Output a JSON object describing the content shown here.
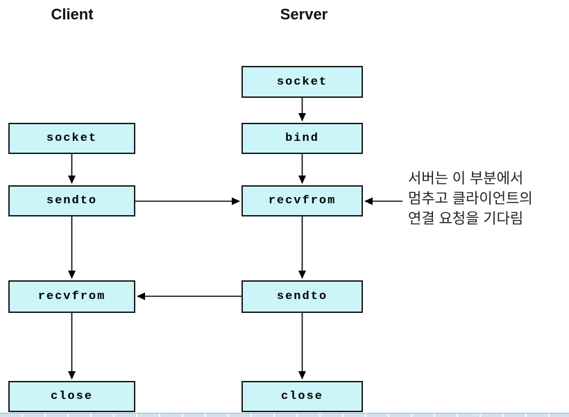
{
  "headers": {
    "client": "Client",
    "server": "Server"
  },
  "flow": {
    "client": [
      "socket",
      "sendto",
      "recvfrom",
      "close"
    ],
    "server": [
      "socket",
      "bind",
      "recvfrom",
      "sendto",
      "close"
    ]
  },
  "edges": [
    {
      "from": "client.socket",
      "to": "client.sendto",
      "type": "vertical"
    },
    {
      "from": "client.sendto",
      "to": "client.recvfrom",
      "type": "vertical"
    },
    {
      "from": "client.recvfrom",
      "to": "client.close",
      "type": "vertical"
    },
    {
      "from": "server.socket",
      "to": "server.bind",
      "type": "vertical"
    },
    {
      "from": "server.bind",
      "to": "server.recvfrom",
      "type": "vertical"
    },
    {
      "from": "server.recvfrom",
      "to": "server.sendto",
      "type": "vertical"
    },
    {
      "from": "server.sendto",
      "to": "server.close",
      "type": "vertical"
    },
    {
      "from": "client.sendto",
      "to": "server.recvfrom",
      "type": "horizontal"
    },
    {
      "from": "server.sendto",
      "to": "client.recvfrom",
      "type": "horizontal"
    },
    {
      "from": "annotation",
      "to": "server.recvfrom",
      "type": "horizontal"
    }
  ],
  "annotation": {
    "lines": [
      "서버는 이 부분에서",
      "멈추고 클라이언트의",
      "연결 요청을 기다림"
    ]
  },
  "colors": {
    "box_fill": "#cbf5f8",
    "box_border": "#1c1c1c",
    "arrow": "#000000",
    "bottom_strip": "#d2e1f0",
    "bottom_strip_line": "#9db9d6"
  }
}
